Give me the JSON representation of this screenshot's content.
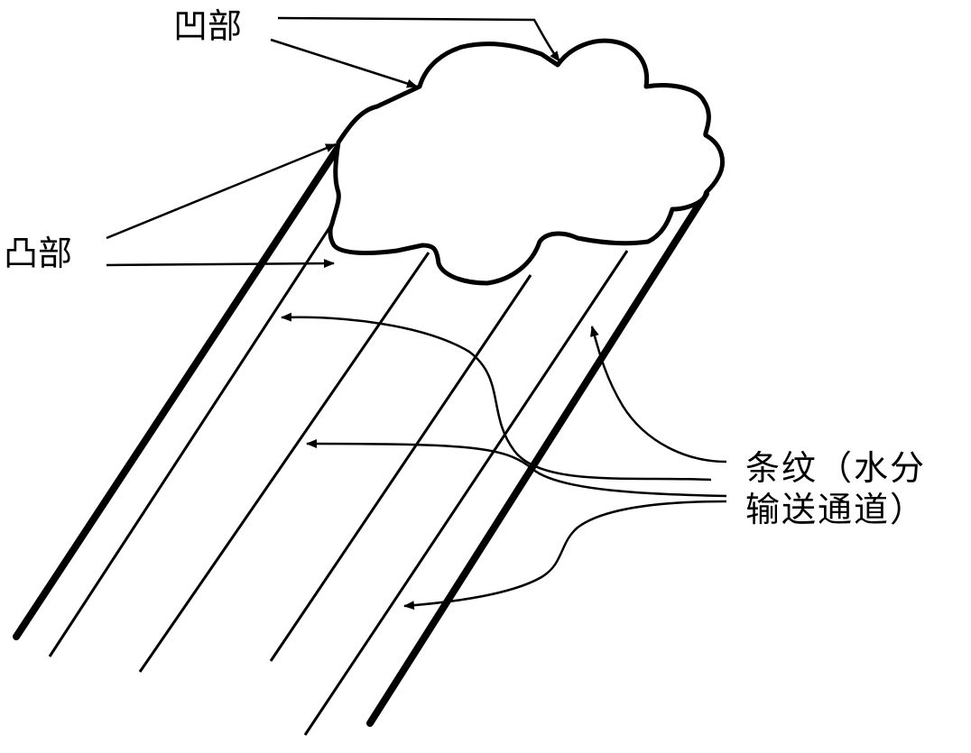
{
  "labels": {
    "concave": "凹部",
    "convex": "凸部",
    "stripe_line1": "条纹（水分",
    "stripe_line2": "输送通道）"
  },
  "colors": {
    "ink": "#000000",
    "background": "#ffffff"
  }
}
